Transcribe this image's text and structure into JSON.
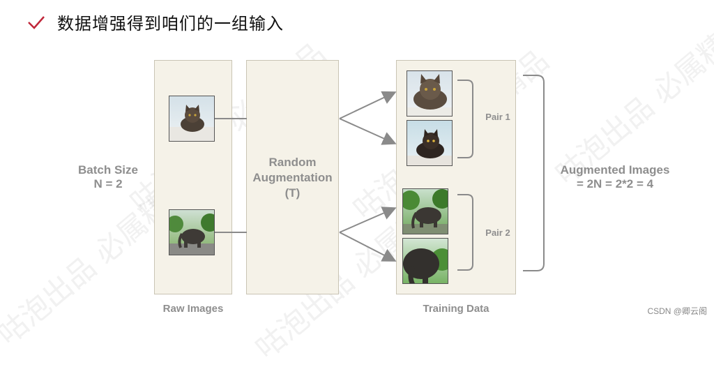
{
  "header": {
    "title": "数据增强得到咱们的一组输入",
    "check_icon": "check-icon",
    "accent": "#c0273a"
  },
  "diagram": {
    "batch_size_label": "Batch Size",
    "batch_size_value": "N = 2",
    "raw_images_label": "Raw Images",
    "augmentation_line1": "Random",
    "augmentation_line2": "Augmentation",
    "augmentation_line3": "(T)",
    "training_data_label": "Training Data",
    "pair1_label": "Pair 1",
    "pair2_label": "Pair 2",
    "augmented_line1": "Augmented Images",
    "augmented_line2": "= 2N = 2*2 = 4",
    "panel_fill": "#f5f2e8",
    "label_color": "#8e8e8e"
  },
  "watermark": {
    "text": "咕泡出品 必属精品"
  },
  "credit": "CSDN @卿云阁"
}
